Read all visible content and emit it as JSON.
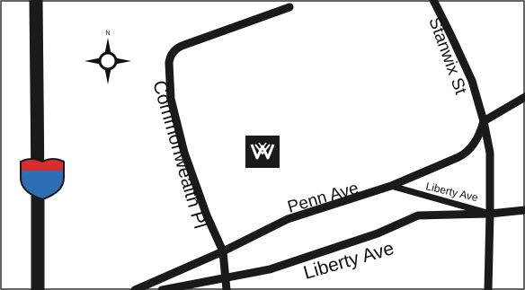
{
  "map": {
    "streets": {
      "commonwealth": "Commonwealth Pl",
      "penn": "Penn Ave",
      "liberty_main": "Liberty Ave",
      "liberty_branch": "Liberty Ave",
      "stanwix": "Stanwix St"
    },
    "compass": {
      "north_label": "N"
    },
    "colors": {
      "road": "#1a1a1a",
      "shield_red": "#d42e2e",
      "shield_blue": "#2d6fb5",
      "logo_bg": "#1a1a1a",
      "logo_fg": "#ffffff"
    },
    "icons": {
      "shield": "interstate-shield-icon",
      "compass": "compass-rose-icon",
      "marker": "hotel-logo-icon"
    }
  }
}
